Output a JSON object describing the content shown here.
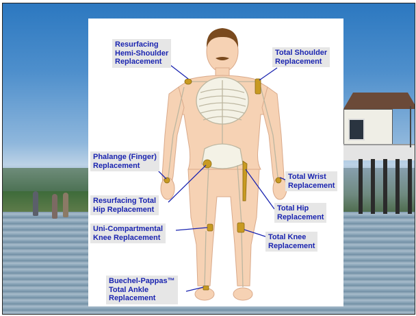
{
  "labels": {
    "resurfacing_hemi_shoulder": "Resurfacing\nHemi-Shoulder\nReplacement",
    "total_shoulder": "Total Shoulder\nReplacement",
    "phalange_finger": "Phalange (Finger)\nReplacement",
    "total_wrist": "Total Wrist\nReplacement",
    "resurfacing_total_hip": "Resurfacing Total\nHip Replacement",
    "total_hip": "Total Hip\nReplacement",
    "uni_compartmental_knee": "Uni-Compartmental\nKnee Replacement",
    "total_knee": "Total Knee\nReplacement",
    "buechel_pappas_ankle": "Buechel-Pappas™\nTotal Ankle\nReplacement"
  },
  "colors": {
    "label_text": "#1a24b0",
    "label_background": "#e6e6e6",
    "leader_line": "#1a24b0",
    "skin": "#f6d2b4",
    "bone": "#f4f2e6",
    "implant": "#c89a22"
  }
}
